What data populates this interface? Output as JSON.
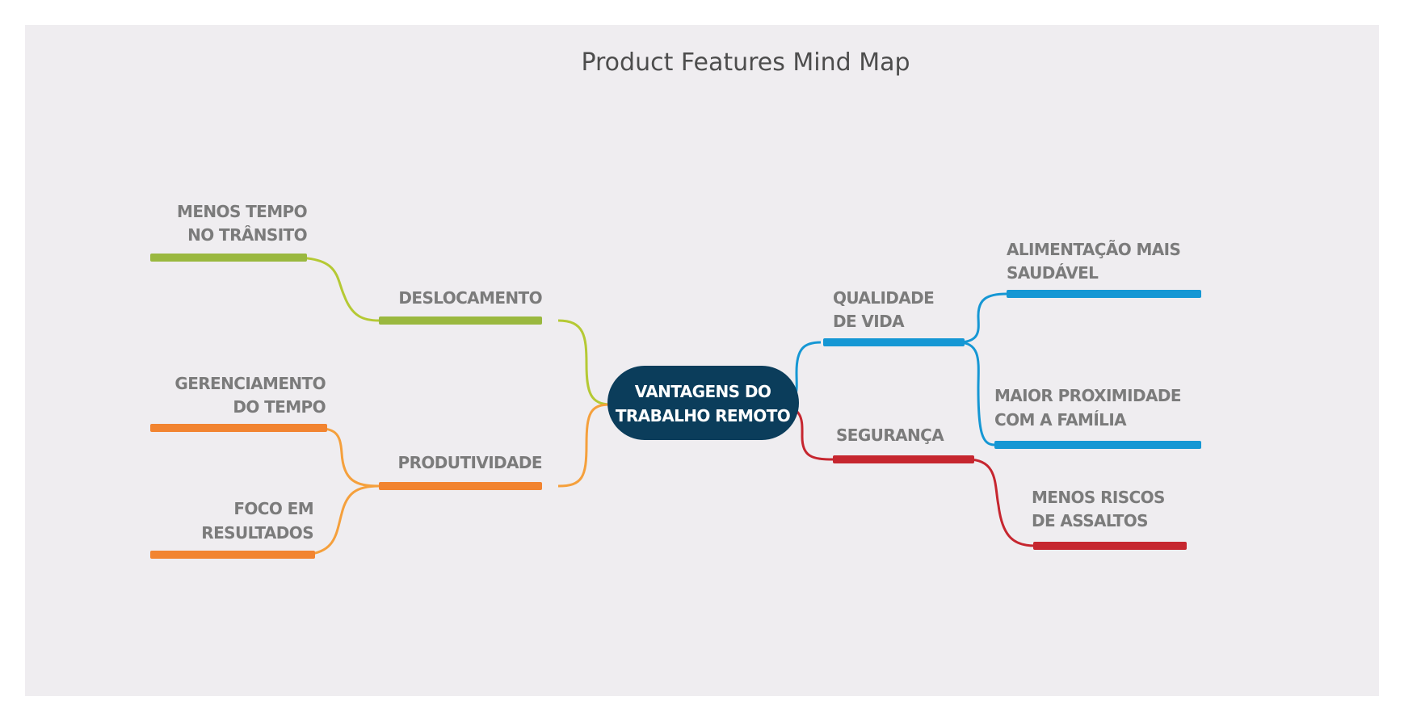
{
  "title": "Product Features Mind Map",
  "colors": {
    "background": "#efedf0",
    "center_fill": "#0b3d5b",
    "green": "#9ab83f",
    "green_curve": "#b5c934",
    "orange": "#f28430",
    "orange_curve": "#f5a03c",
    "blue": "#1597d4",
    "red": "#c6262f",
    "label": "#7b7b7b"
  },
  "center": {
    "line1": "VANTAGENS DO",
    "line2": "TRABALHO REMOTO"
  },
  "branches": {
    "deslocamento": {
      "label": "DESLOCAMENTO"
    },
    "produtividade": {
      "label": "PRODUTIVIDADE"
    },
    "qualidade": {
      "line1": "QUALIDADE",
      "line2": "DE VIDA"
    },
    "seguranca": {
      "label": "SEGURANÇA"
    }
  },
  "leaves": {
    "menos_tempo": {
      "line1": "MENOS TEMPO",
      "line2": "NO TRÂNSITO"
    },
    "gerenciamento": {
      "line1": "GERENCIAMENTO",
      "line2": "DO TEMPO"
    },
    "foco": {
      "line1": "FOCO EM",
      "line2": "RESULTADOS"
    },
    "alimentacao": {
      "line1": "ALIMENTAÇÃO MAIS",
      "line2": "SAUDÁVEL"
    },
    "proximidade": {
      "line1": "MAIOR PROXIMIDADE",
      "line2": "COM A FAMÍLIA"
    },
    "assaltos": {
      "line1": "MENOS RISCOS",
      "line2": "DE ASSALTOS"
    }
  }
}
